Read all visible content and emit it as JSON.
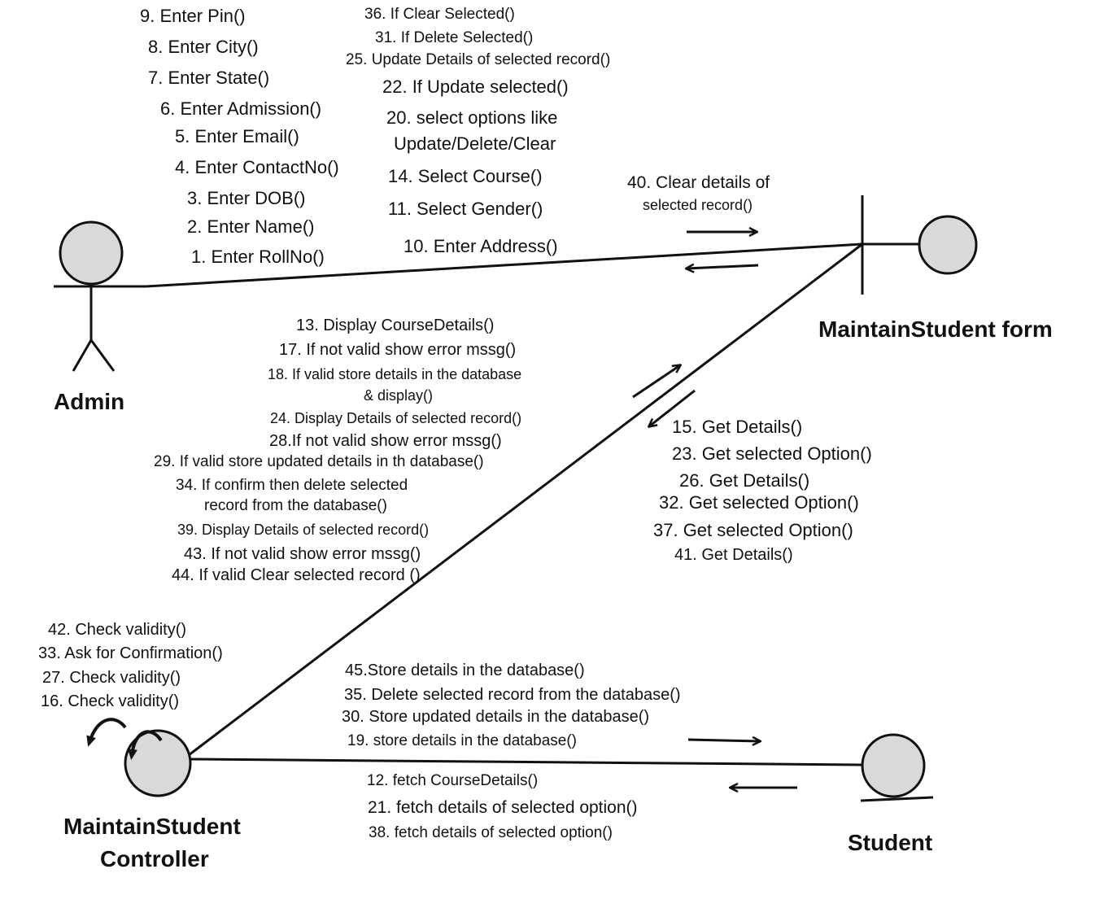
{
  "objects": {
    "admin": "Admin",
    "form": "MaintainStudent form",
    "controller_line1": "MaintainStudent",
    "controller_line2": "Controller",
    "student": "Student"
  },
  "admin_form_messages": [
    "9. Enter Pin()",
    "8. Enter City()",
    "7. Enter State()",
    "6. Enter Admission()",
    "5. Enter Email()",
    "4. Enter ContactNo()",
    "3. Enter DOB()",
    "2. Enter Name()",
    "1. Enter RollNo()",
    "36. If Clear Selected()",
    "31. If Delete Selected()",
    "25. Update Details of selected record()",
    "22. If Update selected()",
    "20. select options like",
    "Update/Delete/Clear",
    "14. Select Course()",
    "11. Select Gender()",
    "10. Enter Address()",
    "40. Clear details of",
    "selected record()"
  ],
  "controller_form_messages": [
    "13. Display CourseDetails()",
    "17. If not valid show error mssg()",
    "18. If valid store details in the database",
    "& display()",
    "24. Display Details of selected record()",
    "28.If not valid show error mssg()",
    "29. If valid store updated details in th database()",
    "34. If confirm then delete selected",
    "record from the database()",
    "39. Display Details of selected record()",
    "43. If not valid show error mssg()",
    "44. If valid Clear selected record ()"
  ],
  "form_controller_messages": [
    "15. Get Details()",
    "23. Get selected Option()",
    "26. Get Details()",
    "32. Get selected Option()",
    "37. Get selected Option()",
    "41. Get Details()"
  ],
  "self_messages": [
    "42. Check validity()",
    "33. Ask for Confirmation()",
    "27. Check validity()",
    "16. Check validity()"
  ],
  "controller_student_messages": [
    "45.Store details in the database()",
    "35. Delete selected record from the database()",
    "30. Store updated details in the database()",
    "19. store details in the database()"
  ],
  "student_controller_messages": [
    "12. fetch CourseDetails()",
    "21. fetch details of selected option()",
    "38. fetch details of selected option()"
  ]
}
